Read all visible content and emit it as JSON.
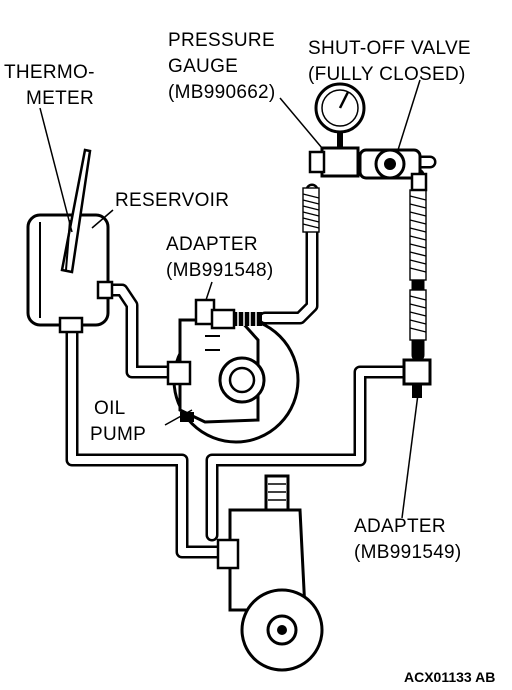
{
  "labels": {
    "thermometer_line1": "THERMO-",
    "thermometer_line2": "METER",
    "pressure_gauge_line1": "PRESSURE",
    "pressure_gauge_line2": "GAUGE",
    "pressure_gauge_part": "(MB990662)",
    "shutoff_valve_line1": "SHUT-OFF VALVE",
    "shutoff_valve_line2": "(FULLY CLOSED)",
    "reservoir": "RESERVOIR",
    "adapter_top_line1": "ADAPTER",
    "adapter_top_part": "(MB991548)",
    "oil_pump_line1": "OIL",
    "oil_pump_line2": "PUMP",
    "adapter_bottom_line1": "ADAPTER",
    "adapter_bottom_part": "(MB991549)"
  },
  "figure_code": "ACX01133 AB"
}
